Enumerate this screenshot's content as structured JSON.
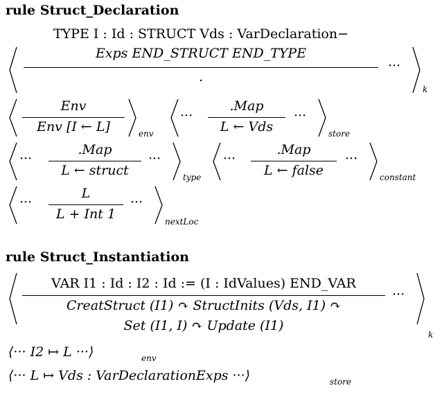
{
  "rule1": {
    "title": "rule Struct_Declaration",
    "k_top_line1": "TYPE I : Id : STRUCT Vds : VarDeclaration−",
    "k_top_line2": "Exps END_STRUCT END_TYPE",
    "k_bottom": ".",
    "k_dots": "···",
    "k_sub": "k",
    "env_top": "Env",
    "env_bottom": "Env  [I  ←  L]",
    "env_sub": "env",
    "store_dots_l": "···",
    "store_top": ".Map",
    "store_bottom": "L  ←  Vds",
    "store_dots_r": "···",
    "store_sub": "store",
    "type_dots_l": "···",
    "type_top": ".Map",
    "type_bottom": "L  ←  struct",
    "type_dots_r": "···",
    "type_sub": "type",
    "const_dots_l": "···",
    "const_top": ".Map",
    "const_bottom": "L  ←  false",
    "const_dots_r": "···",
    "const_sub": "constant",
    "next_dots_l": "···",
    "next_top": "L",
    "next_bottom": "L  + Int 1",
    "next_dots_r": "···",
    "next_sub": "nextLoc"
  },
  "rule2": {
    "title": "rule Struct_Instantiation",
    "k_top": "VAR I1 : Id : I2 : Id := (I : IdValues)  END_VAR",
    "k_bottom_line1": "CreatStruct (I1)  ↷  StructInits (Vds,  I1)  ↷",
    "k_bottom_line2": "Set (I1,  I)  ↷  Update (I1)",
    "k_dots": "···",
    "k_sub": "k",
    "env_cell": "⟨··· I2  ↦  L  ···⟩",
    "env_sub": "env",
    "store_cell": "⟨··· L  ↦  Vds : VarDeclarationExps  ···⟩",
    "store_sub": "store"
  }
}
